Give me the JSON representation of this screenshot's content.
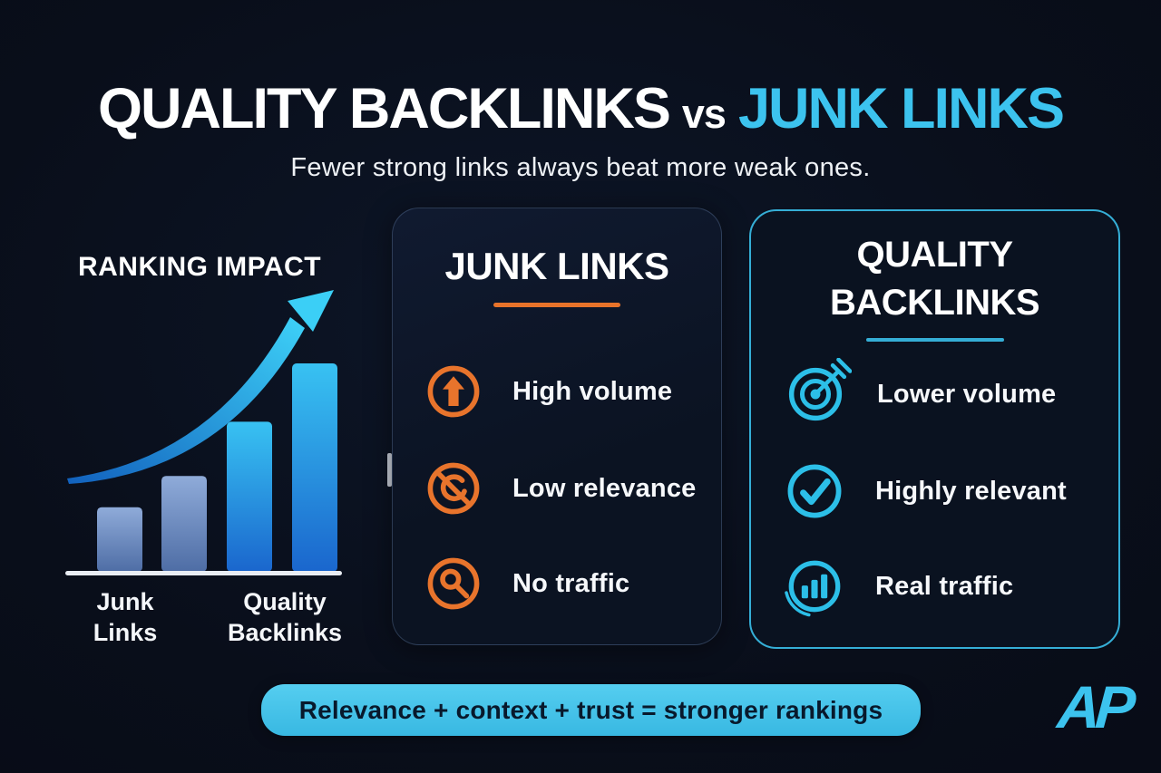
{
  "colors": {
    "background": "#090e1a",
    "accent_cyan": "#3cc3ee",
    "accent_orange": "#e8732a",
    "quality_card_border": "#35aed6",
    "banner_background": "#48c5e9",
    "banner_text": "#08192c",
    "junk_bar_gradient": [
      "#8fabd9",
      "#4e6da5"
    ],
    "quality_bar_gradient": [
      "#38c2f2",
      "#1a66cd"
    ]
  },
  "header": {
    "title_left": "QUALITY BACKLINKS",
    "title_vs": "vs",
    "title_right": "JUNK LINKS",
    "subtitle": "Fewer strong links always beat more weak ones."
  },
  "ranking": {
    "title": "RANKING IMPACT",
    "group_labels": [
      {
        "line1": "Junk",
        "line2": "Links"
      },
      {
        "line1": "Quality",
        "line2": "Backlinks"
      }
    ]
  },
  "junk_card": {
    "title": "JUNK LINKS",
    "items": [
      {
        "icon": "arrow-up-circle-icon",
        "label": "High volume"
      },
      {
        "icon": "no-link-icon",
        "label": "Low relevance"
      },
      {
        "icon": "no-traffic-magnifier-icon",
        "label": "No traffic"
      }
    ]
  },
  "quality_card": {
    "title_line1": "QUALITY",
    "title_line2": "BACKLINKS",
    "items": [
      {
        "icon": "target-dart-icon",
        "label": "Lower volume"
      },
      {
        "icon": "check-circle-icon",
        "label": "Highly relevant"
      },
      {
        "icon": "bar-chart-circle-icon",
        "label": "Real traffic"
      }
    ]
  },
  "footer": {
    "banner_text": "Relevance + context + trust = stronger rankings",
    "logo_text": "AP"
  },
  "chart_data": {
    "type": "bar",
    "title": "RANKING IMPACT",
    "categories": [
      "Junk Links — bar 1",
      "Junk Links — bar 2",
      "Quality Backlinks — bar 1",
      "Quality Backlinks — bar 2"
    ],
    "values": [
      31,
      46,
      72,
      100
    ],
    "value_scale": "relative bar height as % of tallest bar; chart shows no numeric axis",
    "group_labels": [
      "Junk Links",
      "Quality Backlinks"
    ],
    "xlabel": "",
    "ylabel": "",
    "grid": false,
    "legend": false,
    "annotations": [
      "curved upward growth arrow rising above the bars toward top-right"
    ]
  }
}
